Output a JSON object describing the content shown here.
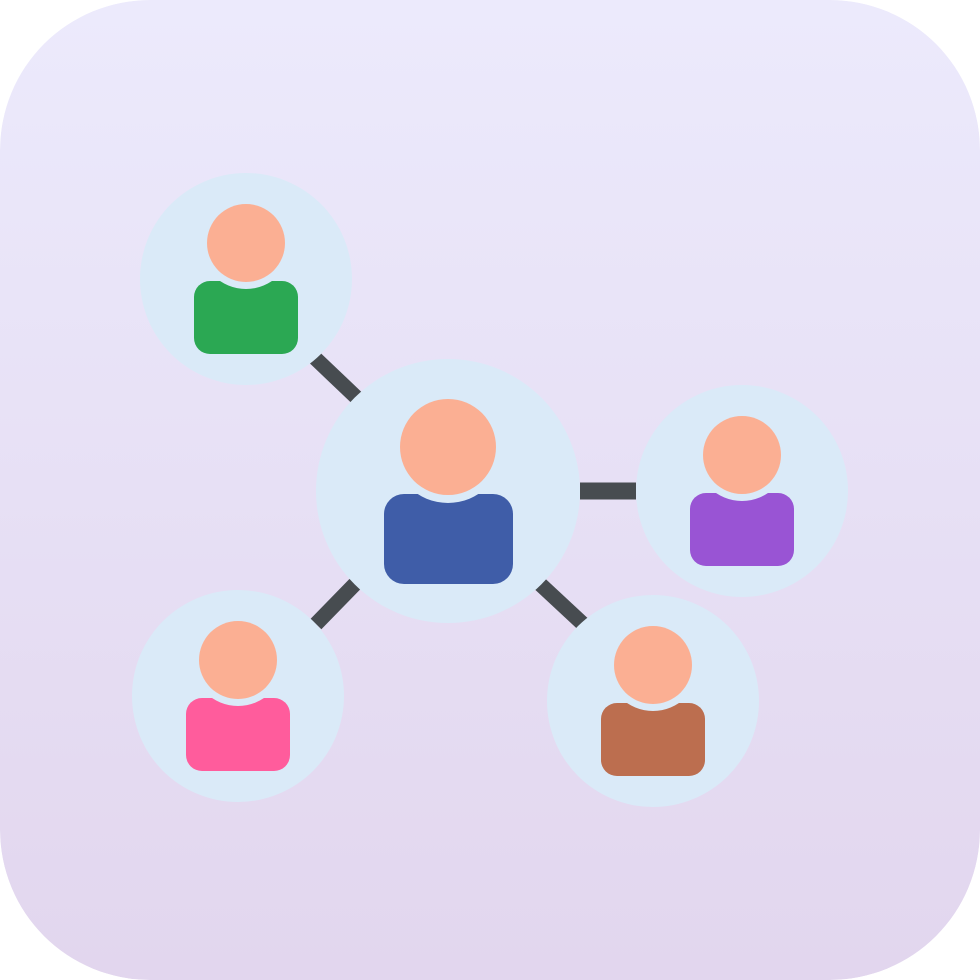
{
  "icon": {
    "name": "user-network-icon",
    "background_gradient": [
      "#ECEAFC",
      "#E2D6EE"
    ],
    "bubble_color": "#DAEAF8",
    "connector_color": "#474C50",
    "skin_color": "#FBAF93",
    "nodes": [
      {
        "id": "center",
        "shirt_color": "#3F5DA8"
      },
      {
        "id": "top-left",
        "shirt_color": "#2BA853"
      },
      {
        "id": "right",
        "shirt_color": "#9954D4"
      },
      {
        "id": "bottom-left",
        "shirt_color": "#FF5C9C"
      },
      {
        "id": "bottom-right",
        "shirt_color": "#BC6E4F"
      }
    ]
  }
}
